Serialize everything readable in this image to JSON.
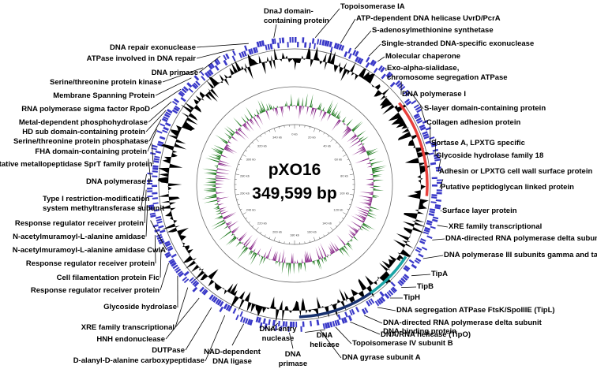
{
  "title": {
    "name": "pXO16",
    "size": "349,599 bp"
  },
  "colors": {
    "gene_ring": "#3a39c8",
    "gc_content": "#000000",
    "gc_skew_positive": "#1e7a1e",
    "gc_skew_negative": "#8a2a8a",
    "arc_red": "#e8403c",
    "arc_teal": "#1aa5a5",
    "arc_navy": "#16306e"
  },
  "inner_scale_ticks": [
    "0 kb",
    "20 kb",
    "40 kb",
    "60 kb",
    "80 kb",
    "100 kb",
    "120 kb",
    "140 kb",
    "160 kb",
    "180 kb",
    "200 kb",
    "220 kb",
    "240 kb",
    "260 kb",
    "280 kb",
    "300 kb",
    "320 kb",
    "340 kb"
  ],
  "right_labels": [
    "Topoisomerase IA",
    "ATP-dependent DNA helicase UvrD/PcrA",
    "S-adenosylmethionine synthetase",
    "Single-stranded DNA-specific exonuclease",
    "Molecular chaperone",
    "Exo-alpha-sialidase,",
    "chromosome segregation ATPase",
    "DNA polymerase I",
    "S-layer domain-containing protein",
    "Collagen adhesion protein",
    "Sortase A, LPXTG specific",
    "Glycoside hydrolase family 18",
    "Adhesin or LPXTG cell wall surface protein",
    "Putative peptidoglycan linked protein",
    "Surface layer protein",
    "XRE family transcriptional",
    "DNA-directed RNA polymerase delta subunit",
    "DNA polymerase III subunits gamma and tau",
    "TipA",
    "TipB",
    "TipH",
    "DNA segregation ATPase FtsK/SpoIIIE (TipL)",
    "DNA-directed RNA polymerase delta subunit",
    "DNA/RNA helicase (TipO)",
    "DNA-binding protein",
    "Topoisomerase IV subunit B",
    "DNA gyrase subunit A"
  ],
  "left_labels": [
    "DnaJ domain-",
    "containing protein",
    "DNA repair exonuclease",
    "ATPase involved in DNA repair",
    "DNA primase",
    "Serine/threonine protein kinase",
    "Membrane Spanning Protein",
    "RNA polymerase sigma factor RpoD",
    "Metal-dependent phosphohydrolase",
    "HD sub domain-containing protein",
    "Serine/threonine protein phosphatase",
    "FHA domain-containing protein",
    "Putative metallopeptidase SprT family protein",
    "DNA polymerase I",
    "Type I restriction-modification",
    "system methyltransferase subunit",
    "Response regulator receiver protein",
    "N-acetylmuramoyl-L-alanine amidase",
    "N-acetylmuramoyl-L-alanine amidase CwlA",
    "Response regulator receiver protein",
    "Cell filamentation protein Fic",
    "Response regulator receiver protein",
    "Glycoside hydrolase",
    "XRE family transcriptional",
    "HNH endonuclease",
    "DUTPase",
    "D-alanyl-D-alanine carboxypeptidase"
  ],
  "bottom_labels": [
    "NAD-dependent",
    "DNA ligase",
    "DNA-entry",
    "nuclease",
    "DNA",
    "primase",
    "DNA",
    "helicase"
  ]
}
